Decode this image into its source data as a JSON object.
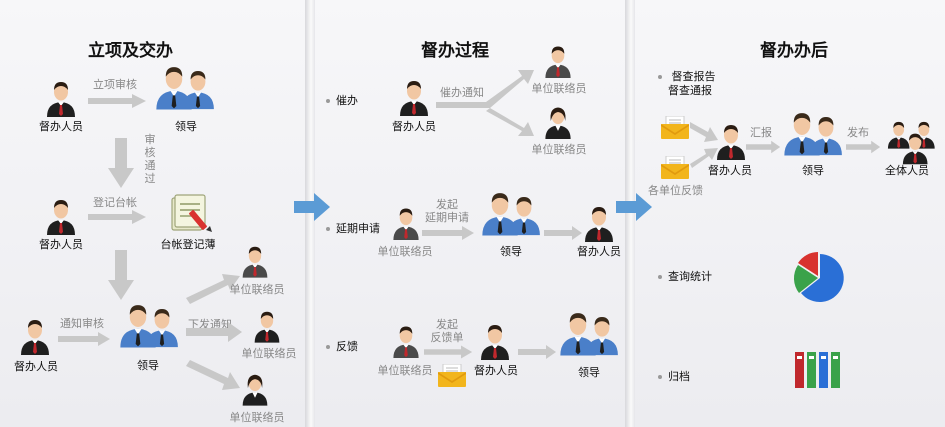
{
  "sections": {
    "assign": {
      "title": "立项及交办"
    },
    "process": {
      "title": "督办过程"
    },
    "after": {
      "title": "督办办后"
    }
  },
  "roles": {
    "supervisor": "督办人员",
    "leader": "领导",
    "liaison": "单位联络员",
    "all_staff": "全体人员"
  },
  "assign": {
    "step_approve": "立项审核",
    "step_review_vertical": "审核通过",
    "step_register": "登记台帐",
    "ledger_label": "台帐登记薄",
    "step_notice_review": "通知审核",
    "step_issue": "下发通知"
  },
  "process": {
    "urge": {
      "label": "催办",
      "action": "催办通知"
    },
    "extend": {
      "label": "延期申请",
      "action_line1": "发起",
      "action_line2": "延期申请"
    },
    "feedback": {
      "label": "反馈",
      "action_line1": "发起",
      "action_line2": "反馈单"
    }
  },
  "after": {
    "report_line1": "督查报告",
    "report_line2": "督查通报",
    "unit_feedback": "各单位反馈",
    "report_up": "汇报",
    "publish": "发布",
    "stats": "查询统计",
    "archive": "归档"
  },
  "colors": {
    "arrow_gray": "#c8c8c8",
    "arrow_blue": "#5b9bd5",
    "suit_dark": "#1f1f1f",
    "suit_blue": "#4a7fc9",
    "tie_red": "#c0282d",
    "pie_blue": "#2a6fd6",
    "pie_green": "#3aa24a",
    "pie_red": "#d8322f",
    "envelope": "#f2b51c"
  }
}
